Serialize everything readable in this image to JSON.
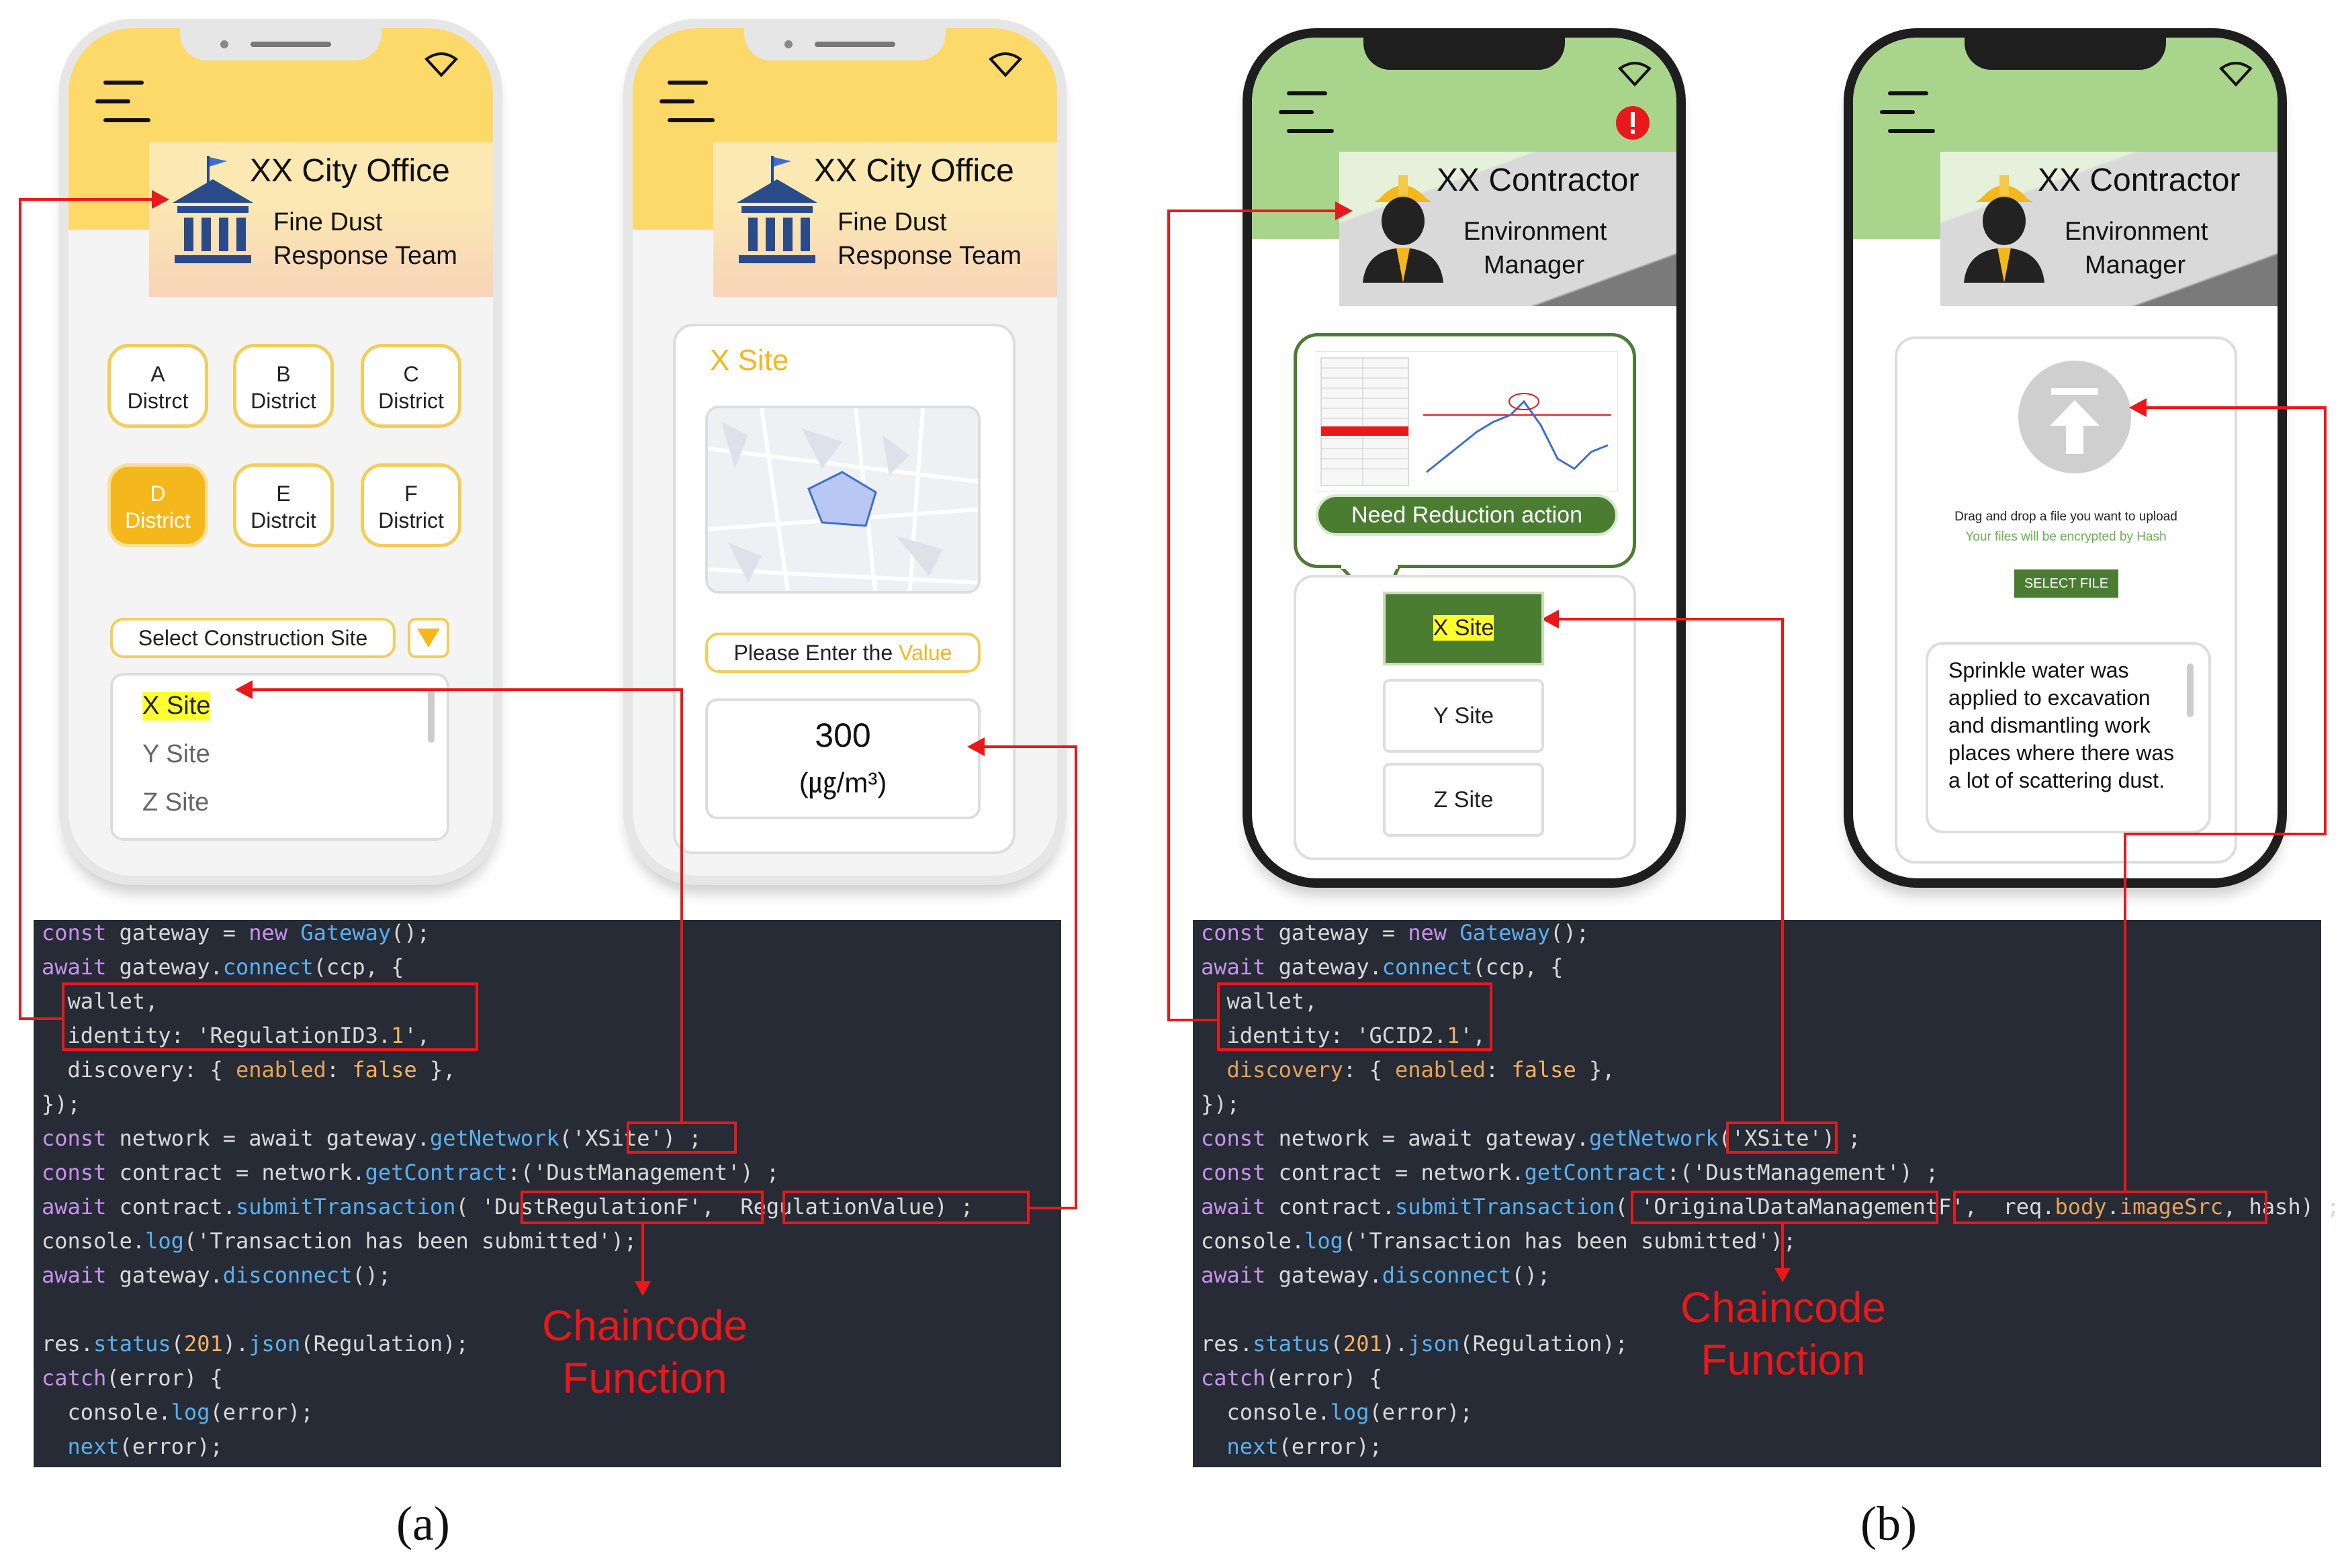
{
  "panel_a": {
    "label": "(a)",
    "phone1": {
      "office_title": "XX City Office",
      "team_line1": "Fine Dust",
      "team_line2": "Response Team",
      "districts": [
        {
          "line1": "A",
          "line2": "Distrct"
        },
        {
          "line1": "B",
          "line2": "District"
        },
        {
          "line1": "C",
          "line2": "District"
        },
        {
          "line1": "D",
          "line2": "District"
        },
        {
          "line1": "E",
          "line2": "Distrcit"
        },
        {
          "line1": "F",
          "line2": "District"
        }
      ],
      "select_label": "Select Construction Site",
      "sites": [
        "X Site",
        "Y Site",
        "Z Site"
      ]
    },
    "phone2": {
      "office_title": "XX City Office",
      "team_line1": "Fine Dust",
      "team_line2": "Response Team",
      "site_title": "X Site",
      "enter_prefix": "Please Enter the ",
      "enter_highlight": "Value",
      "value": "300",
      "unit": "(㎍/m³)"
    },
    "code": {
      "l1_kw": "const",
      "l1_a": " gateway = ",
      "l1_kw2": "new",
      "l1_fn": " Gateway",
      "l1_b": "();",
      "l2_kw": "await",
      "l2_a": " gateway.",
      "l2_fn": "connect",
      "l2_b": "(ccp, {",
      "l3": "  wallet,",
      "l4_a": "  identity: ",
      "l4_str": "'RegulationID3.",
      "l4_num": "1",
      "l4_b": "',",
      "l5_a": "  discovery: { ",
      "l5_o": "enabled",
      "l5_b": ": ",
      "l5_kw": "false",
      "l5_c": " },",
      "l6": "});",
      "l7_kw": "const",
      "l7_a": " network = await gateway.",
      "l7_fn": "getNetwork",
      "l7_b": "('XSite') ;",
      "l8_kw": "const",
      "l8_a": " contract = network.",
      "l8_fn": "getContract",
      "l8_b": ":('DustManagement') ;",
      "l9_kw": "await",
      "l9_a": " contract.",
      "l9_fn": "submitTransaction",
      "l9_b": "( 'DustRegulationF',  RegulationValue) ;",
      "l10_a": "console.",
      "l10_fn": "log",
      "l10_b": "('Transaction has been submitted');",
      "l11_kw": "await",
      "l11_a": " gateway.",
      "l11_fn": "disconnect",
      "l11_b": "();",
      "l12_a": "res.",
      "l12_fn": "status",
      "l12_b": "(",
      "l12_num": "201",
      "l12_c": ").",
      "l12_fn2": "json",
      "l12_d": "(Regulation);",
      "l13_kw": "catch",
      "l13_a": "(error) {",
      "l14_a": "  console.",
      "l14_fn": "log",
      "l14_b": "(error);",
      "l15_fn": "  next",
      "l15_a": "(error);"
    },
    "chaincode_line1": "Chaincode",
    "chaincode_line2": "Function"
  },
  "panel_b": {
    "label": "(b)",
    "phone3": {
      "contractor_title": "XX Contractor",
      "role_line1": "Environment",
      "role_line2": "Manager",
      "chart_caption": "Need Reduction action",
      "sites": [
        "X Site",
        "Y Site",
        "Z Site"
      ]
    },
    "phone4": {
      "contractor_title": "XX Contractor",
      "role_line1": "Environment",
      "role_line2": "Manager",
      "drag_text": "Drag and drop a file you want to upload",
      "encrypt_text": "Your files will be encrypted by Hash",
      "select_file": "SELECT FILE",
      "note": "Sprinkle water was applied to excavation and dismantling work places where there was a lot of scattering dust."
    },
    "code": {
      "l1_kw": "const",
      "l1_a": " gateway = ",
      "l1_kw2": "new",
      "l1_fn": " Gateway",
      "l1_b": "();",
      "l2_kw": "await",
      "l2_a": " gateway.",
      "l2_fn": "connect",
      "l2_b": "(ccp, {",
      "l3": "  wallet,",
      "l4_a": "  identity: ",
      "l4_str": "'GCID2.",
      "l4_num": "1",
      "l4_b": "',",
      "l5_o": "  discovery",
      "l5_b": ": { ",
      "l5_o2": "enabled",
      "l5_c": ": ",
      "l5_kw": "false",
      "l5_d": " },",
      "l6": "});",
      "l7_kw": "const",
      "l7_a": " network = await gateway.",
      "l7_fn": "getNetwork",
      "l7_b": "('XSite') ;",
      "l8_kw": "const",
      "l8_a": " contract = network.",
      "l8_fn": "getContract",
      "l8_b": ":('DustManagement') ;",
      "l9_kw": "await",
      "l9_a": " contract.",
      "l9_fn": "submitTransaction",
      "l9_b": "( 'OriginalDataManagementF',  req.",
      "l9_o": "body",
      "l9_c": ".",
      "l9_o2": "imageSrc",
      "l9_d": ", hash) ;",
      "l10_a": "console.",
      "l10_fn": "log",
      "l10_b": "('Transaction has been submitted');",
      "l11_kw": "await",
      "l11_a": " gateway.",
      "l11_fn": "disconnect",
      "l11_b": "();",
      "l12_a": "res.",
      "l12_fn": "status",
      "l12_b": "(",
      "l12_num": "201",
      "l12_c": ").",
      "l12_fn2": "json",
      "l12_d": "(Regulation);",
      "l13_kw": "catch",
      "l13_a": "(error) {",
      "l14_a": "  console.",
      "l14_fn": "log",
      "l14_b": "(error);",
      "l15_fn": "  next",
      "l15_a": "(error);"
    },
    "chaincode_line1": "Chaincode",
    "chaincode_line2": "Function"
  },
  "colors": {
    "city_yellow": "#fdd96a",
    "contractor_green": "#a9d48b",
    "active_district": "#f4b81c",
    "site_highlight": "#ffff2e",
    "dark_green": "#4a7d32",
    "annotation_red": "#e8181b",
    "code_bg": "#262b35"
  },
  "icons": [
    "menu-icon",
    "wifi-icon",
    "city-hall-icon",
    "flag-icon",
    "dropdown-triangle-icon",
    "map-thumbnail",
    "worker-icon",
    "alert-icon",
    "upload-icon",
    "line-chart-thumbnail"
  ]
}
